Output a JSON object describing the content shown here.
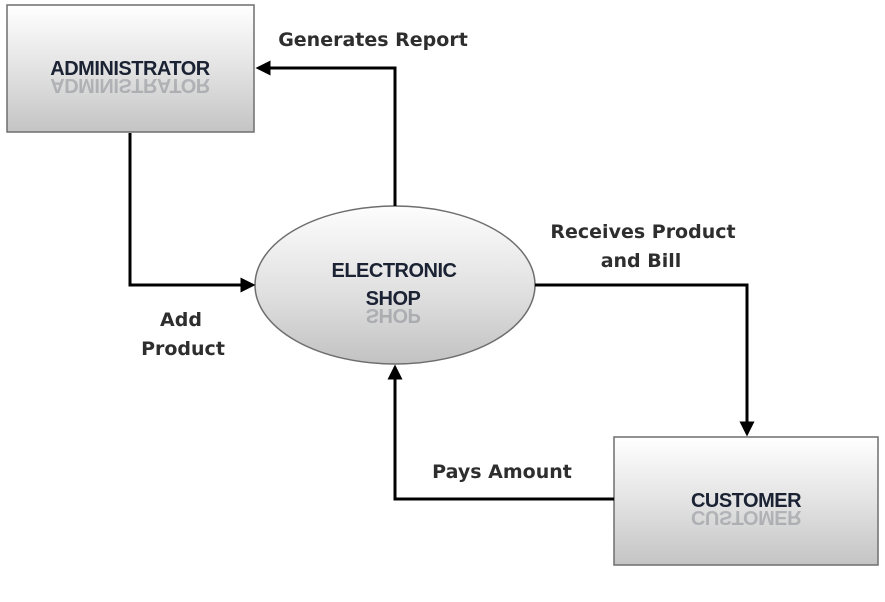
{
  "entities": {
    "administrator": "ADMINISTRATOR",
    "customer": "CUSTOMER"
  },
  "process": {
    "line1": "ELECTRONIC",
    "line2": "SHOP"
  },
  "flows": {
    "generates_report": "Generates Report",
    "add_product_line1": "Add",
    "add_product_line2": "Product",
    "receives_line1": "Receives Product",
    "receives_line2": "and Bill",
    "pays_amount": "Pays Amount"
  },
  "colors": {
    "box_fill_top": "#ffffff",
    "box_fill_bottom": "#c4c4c4",
    "box_border": "#6e6e6e",
    "line": "#000000"
  }
}
